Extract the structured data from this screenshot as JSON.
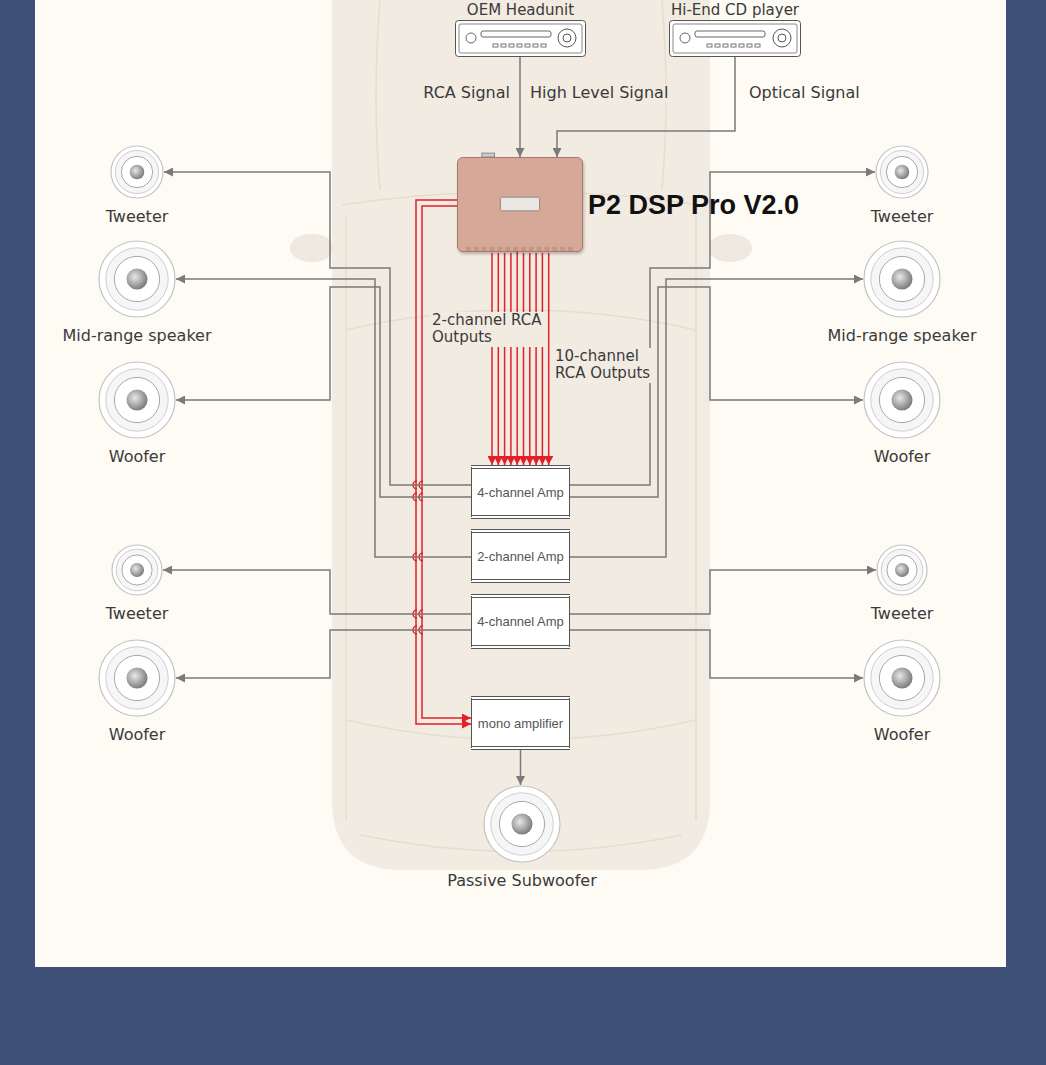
{
  "diagram": {
    "nodes": [
      {
        "text": [
          "OEM Headunit"
        ]
      },
      {
        "text": [
          "Hi-End CD player"
        ]
      },
      {
        "text": [
          "P2 DSP Pro V2.0"
        ]
      },
      {
        "text": [
          "Tweeter"
        ]
      },
      {
        "text": [
          "Mid-range speaker"
        ]
      },
      {
        "text": [
          "Woofer"
        ]
      },
      {
        "text": [
          "Tweeter"
        ]
      },
      {
        "text": [
          "Mid-range speaker"
        ]
      },
      {
        "text": [
          "Woofer"
        ]
      },
      {
        "text": [
          "4-channel Amp"
        ]
      },
      {
        "text": [
          "2-channel Amp"
        ]
      },
      {
        "text": [
          "4-channel Amp"
        ]
      },
      {
        "text": [
          "Tweeter"
        ]
      },
      {
        "text": [
          "Woofer"
        ]
      },
      {
        "text": [
          "Tweeter"
        ]
      },
      {
        "text": [
          "Woofer"
        ]
      },
      {
        "text": [
          "mono amplifier"
        ]
      },
      {
        "text": [
          "Passive Subwoofer"
        ]
      }
    ],
    "edges": [
      {
        "from": 0,
        "to": 2,
        "arrow": "to",
        "label": "RCA Signal"
      },
      {
        "from": 1,
        "to": 2,
        "arrow": "to",
        "label": "Optical Signal"
      },
      {
        "from": 2,
        "to": 9,
        "arrow": "to"
      },
      {
        "from": 2,
        "to": 16,
        "arrow": "to"
      },
      {
        "from": 9,
        "to": 3,
        "arrow": "to"
      },
      {
        "from": 9,
        "to": 5,
        "arrow": "to"
      },
      {
        "from": 9,
        "to": 6,
        "arrow": "to"
      },
      {
        "from": 9,
        "to": 8,
        "arrow": "to"
      },
      {
        "from": 10,
        "to": 4,
        "arrow": "to"
      },
      {
        "from": 10,
        "to": 7,
        "arrow": "to"
      },
      {
        "from": 11,
        "to": 12,
        "arrow": "to"
      },
      {
        "from": 11,
        "to": 13,
        "arrow": "to"
      },
      {
        "from": 11,
        "to": 14,
        "arrow": "to"
      },
      {
        "from": 11,
        "to": 15,
        "arrow": "to"
      },
      {
        "from": 16,
        "to": 17,
        "arrow": "to"
      }
    ],
    "labels": [
      "High Level Signal",
      "2-channel RCA Outputs",
      "10-channel RCA Outputs"
    ]
  }
}
